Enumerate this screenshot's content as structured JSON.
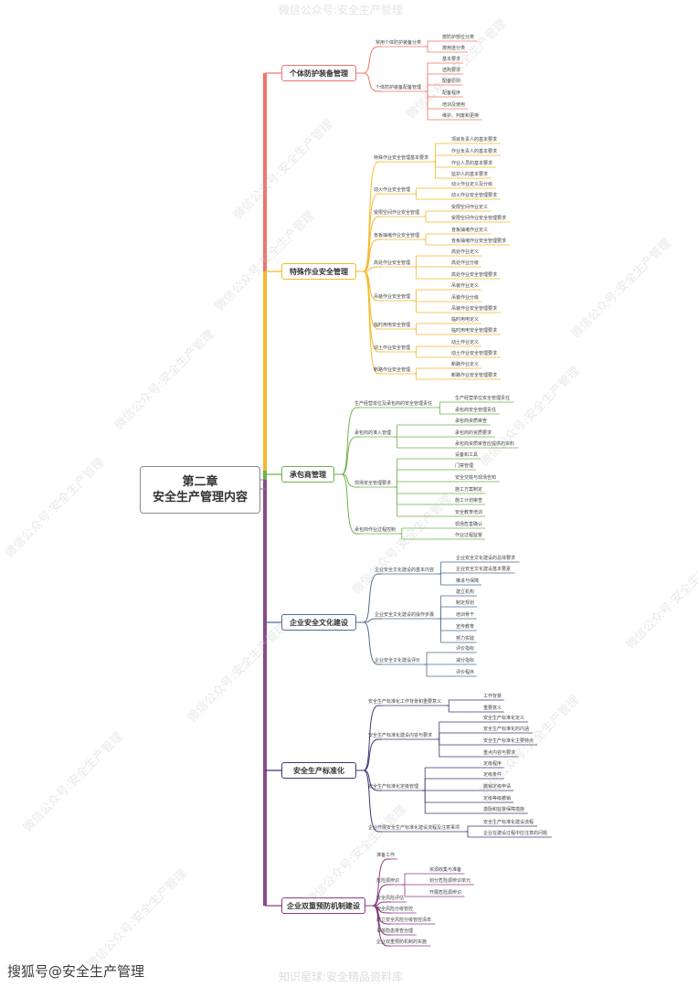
{
  "watermarks": {
    "top": "微信公众号:安全生产管理",
    "bottom": "知识星球:安全精品资料库",
    "credit": "搜狐号@安全生产管理",
    "diagonal": "微信公众号:安全生产管理"
  },
  "colors": {
    "branch1": "#f0746a",
    "branch2": "#f5b92c",
    "branch3": "#6fb24e",
    "branch4": "#4e6e8e",
    "branch5": "#3d3773",
    "branch6": "#8e3a80",
    "trunk_purple": "#8a4a8c"
  },
  "root": {
    "line1": "第二章",
    "line2": "安全生产管理内容"
  },
  "branches": [
    {
      "label": "个体防护装备管理",
      "children": [
        {
          "label": "常用个体防护装备分类",
          "children": [
            "按防护部位分类",
            "按用途分类"
          ]
        },
        {
          "label": "个体防护装备配备管理",
          "children": [
            "基本要求",
            "选购要求",
            "配备原则",
            "配备程序",
            "培训及使用",
            "维护、判废和更换"
          ]
        }
      ]
    },
    {
      "label": "特殊作业安全管理",
      "children": [
        {
          "label": "特殊作业安全管理基本要求",
          "children": [
            "项目负责人的基本要求",
            "作业负责人的基本要求",
            "作业人员的基本要求",
            "监护人的基本要求"
          ]
        },
        {
          "label": "动火作业安全管理",
          "children": [
            "动火作业定义及分级",
            "动火作业安全管理要求"
          ]
        },
        {
          "label": "受限空间作业安全管理",
          "children": [
            "受限空间作业定义",
            "受限空间作业安全管理要求"
          ]
        },
        {
          "label": "盲板抽堵作业安全管理",
          "children": [
            "盲板抽堵作业定义",
            "盲板抽堵作业安全管理要求"
          ]
        },
        {
          "label": "高处作业安全管理",
          "children": [
            "高处作业定义",
            "高处作业分级",
            "高处作业安全管理要求"
          ]
        },
        {
          "label": "吊装作业安全管理",
          "children": [
            "吊装作业定义",
            "吊装作业分级",
            "吊装作业安全管理要求"
          ]
        },
        {
          "label": "临时用电安全管理",
          "children": [
            "临时用电定义",
            "临时用电安全管理要求"
          ]
        },
        {
          "label": "动土作业安全管理",
          "children": [
            "动土作业定义",
            "动土作业安全管理要求"
          ]
        },
        {
          "label": "断路作业安全管理",
          "children": [
            "断路作业定义",
            "断路作业安全管理要求"
          ]
        }
      ]
    },
    {
      "label": "承包商管理",
      "children": [
        {
          "label": "生产经营单位及承包商的安全管理责任",
          "children": [
            "生产经营单位安全管理责任",
            "承包商安全管理责任"
          ]
        },
        {
          "label": "承包商的准入管理",
          "children": [
            "承包商资质审查",
            "承包商的资质要求",
            "承包商资质审查应提供的资料"
          ]
        },
        {
          "label": "现场安全管理要求",
          "children": [
            "设备和工具",
            "门禁管理",
            "安全交底与现场告知",
            "施工方案制定",
            "施工计划审查",
            "安全教育培训"
          ]
        },
        {
          "label": "承包商作业过程控制",
          "children": [
            "现场危害确认",
            "作业过程监督"
          ]
        }
      ]
    },
    {
      "label": "企业安全文化建设",
      "children": [
        {
          "label": "企业安全文化建设的基本内容",
          "children": [
            "企业安全文化建设的总体要求",
            "企业安全文化建设基本要素",
            "推进与保障"
          ]
        },
        {
          "label": "企业安全文化建设的操作步骤",
          "children": [
            "建立机构",
            "制定规划",
            "培训骨干",
            "宣传教育",
            "努力实践"
          ]
        },
        {
          "label": "企业安全文化建设评价",
          "children": [
            "评价指标",
            "减分指标",
            "评价程序"
          ]
        }
      ]
    },
    {
      "label": "安全生产标准化",
      "children": [
        {
          "label": "安全生产标准化工作背景和重要意义",
          "children": [
            "工作背景",
            "重要意义"
          ]
        },
        {
          "label": "安全生产标准化建设内容与要求",
          "children": [
            "安全生产标准化定义",
            "安全生产标准化的内涵",
            "安全生产标准化主要特点",
            "重点内容与要求"
          ]
        },
        {
          "label": "安全生产标准化定级管理",
          "children": [
            "定级程序",
            "定级条件",
            "撤销定级申请",
            "定级等级撤销",
            "激励和监督保障措施"
          ]
        },
        {
          "label": "企业开展安全生产标准化建设流程及注意事项",
          "children": [
            "安全生产标准化建设流程",
            "企业在建设过程中应注意的问题"
          ]
        }
      ]
    },
    {
      "label": "企业双重预防机制建设",
      "children": [
        {
          "label": "准备工作",
          "children": []
        },
        {
          "label": "危险源辨识",
          "children": [
            "资源收集与准备",
            "划分危险源辨识单元",
            "开展危险源辨识"
          ]
        },
        {
          "label": "安全风险评估",
          "children": []
        },
        {
          "label": "安全风险分级管控",
          "children": []
        },
        {
          "label": "建立安全风险分级管控清单",
          "children": []
        },
        {
          "label": "事故隐患排查治理",
          "children": []
        },
        {
          "label": "企业双重预防机制的实施",
          "children": []
        }
      ]
    }
  ]
}
